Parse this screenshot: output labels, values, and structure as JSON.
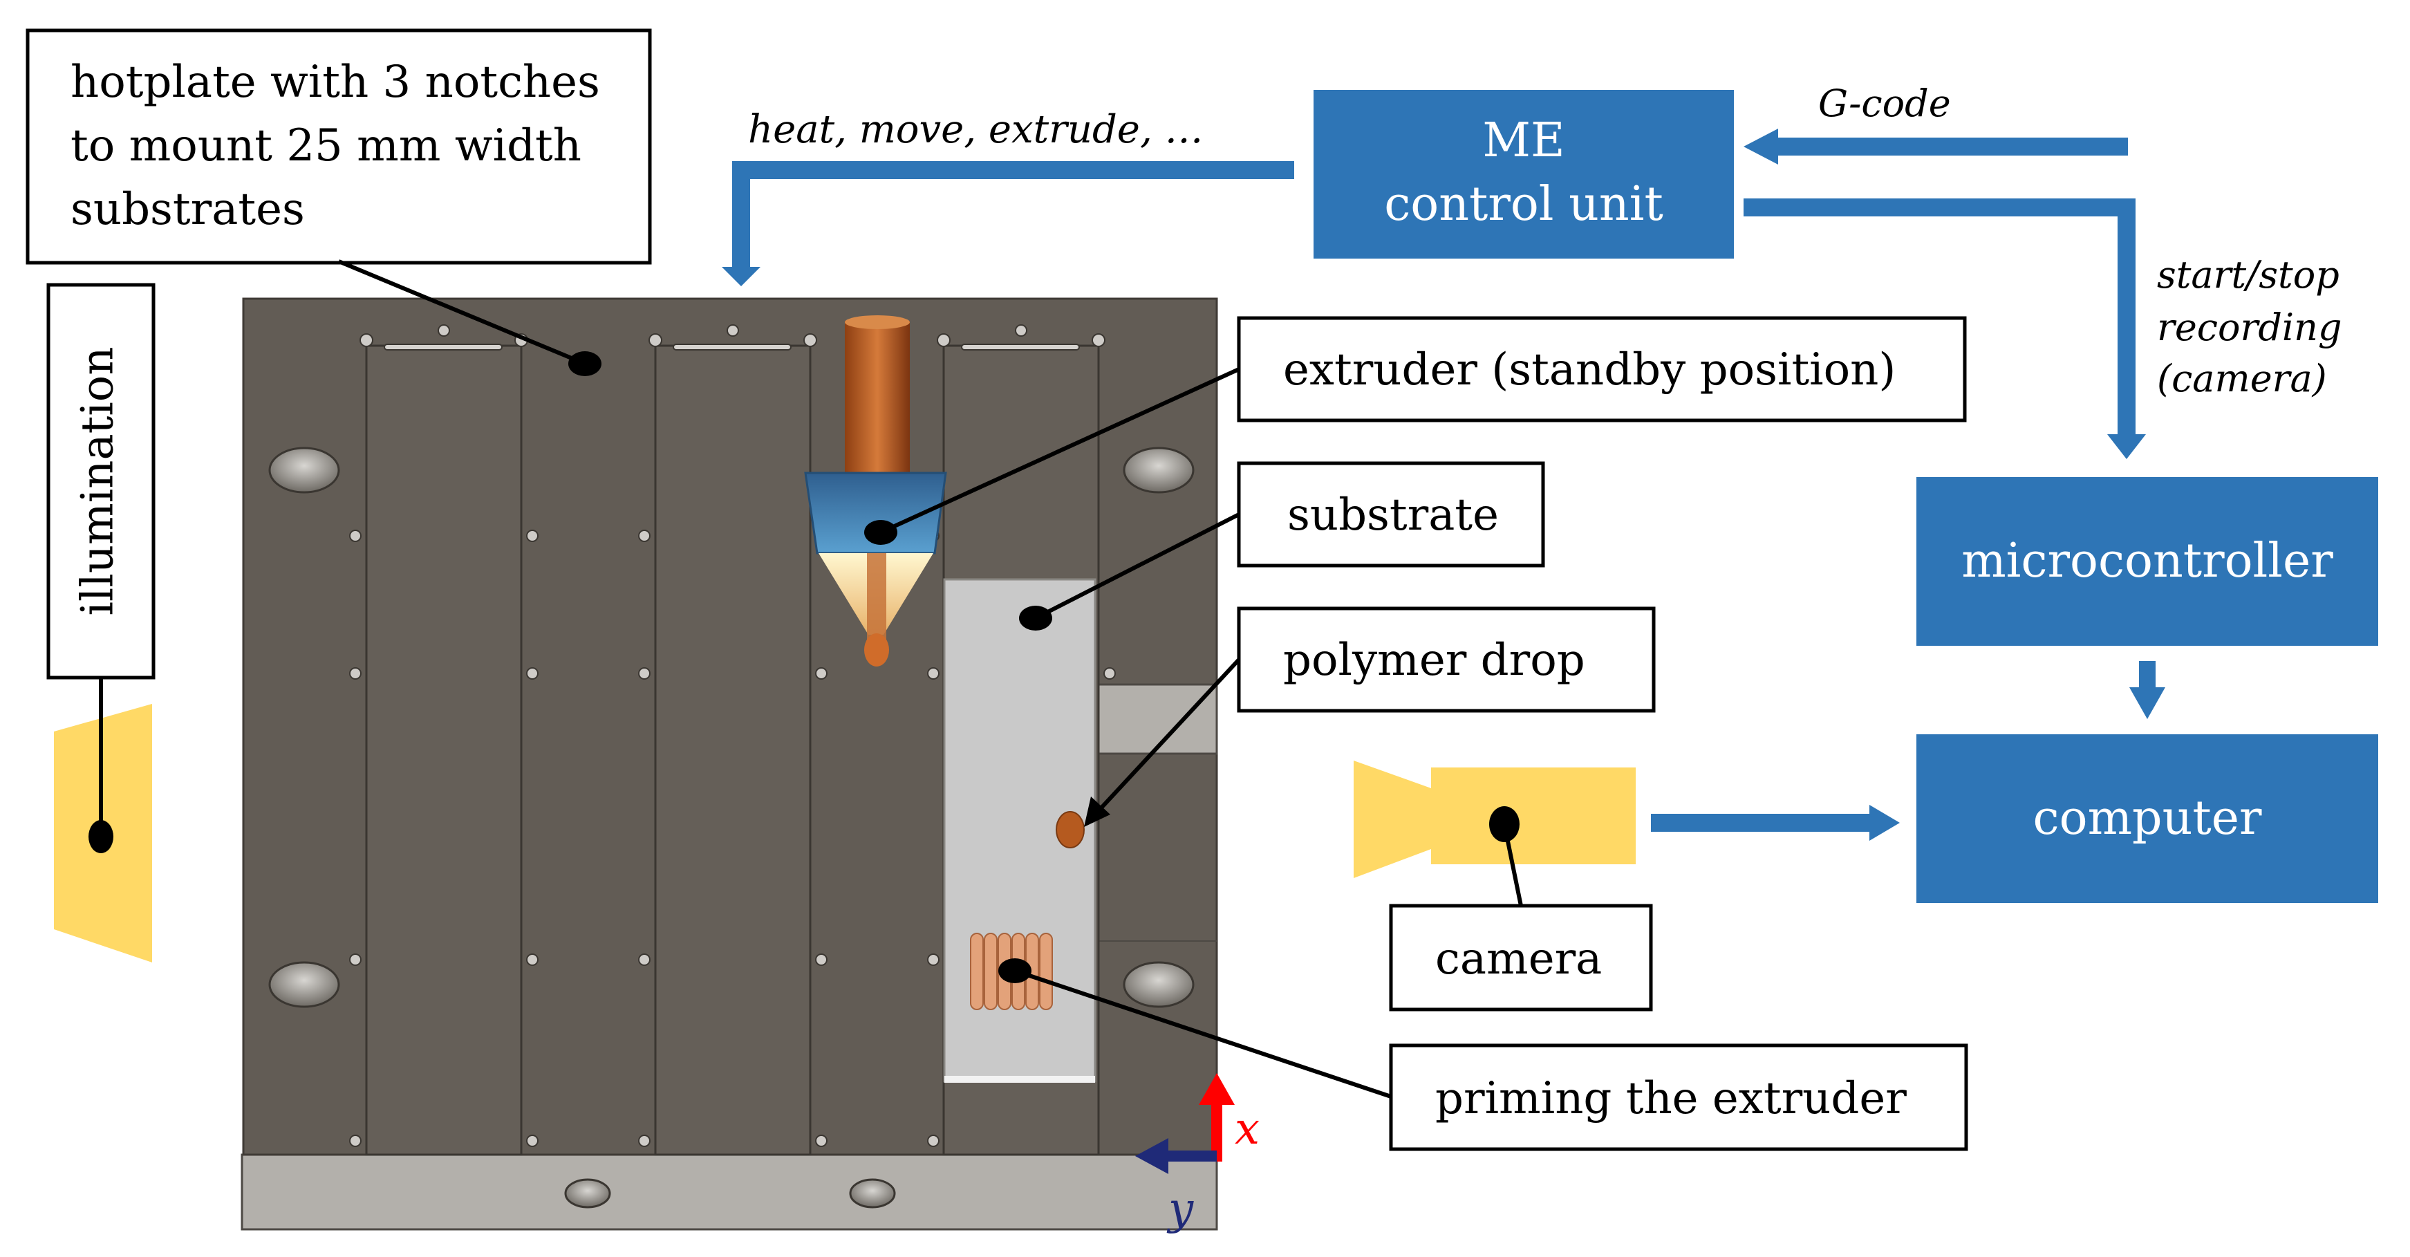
{
  "callouts": {
    "hotplate": [
      "hotplate with 3 notches",
      "to mount 25 mm width",
      "substrates"
    ],
    "illumination": "illumination",
    "extruder": "extruder (standby position)",
    "substrate": "substrate",
    "polymer_drop": "polymer drop",
    "camera": "camera",
    "priming": "priming the extruder"
  },
  "blocks": {
    "me_control": [
      "ME",
      "control unit"
    ],
    "microcontroller": "microcontroller",
    "computer": "computer"
  },
  "arrow_labels": {
    "commands": "heat, move, extrude, …",
    "gcode": "G-code",
    "start_stop": [
      "start/stop",
      "recording",
      "(camera)"
    ]
  },
  "axes": {
    "x": "x",
    "y": "y"
  },
  "colors": {
    "block_blue": "#2e75b6",
    "plate_dark": "#625c55",
    "plate_light": "#b3b0ab",
    "substrate_gray": "#c9c9c9",
    "highlight_yellow": "#ffd966",
    "extruder_copper": "#b55a1f",
    "axis_x_red": "#ff0000",
    "axis_y_navy": "#1f2a78"
  }
}
